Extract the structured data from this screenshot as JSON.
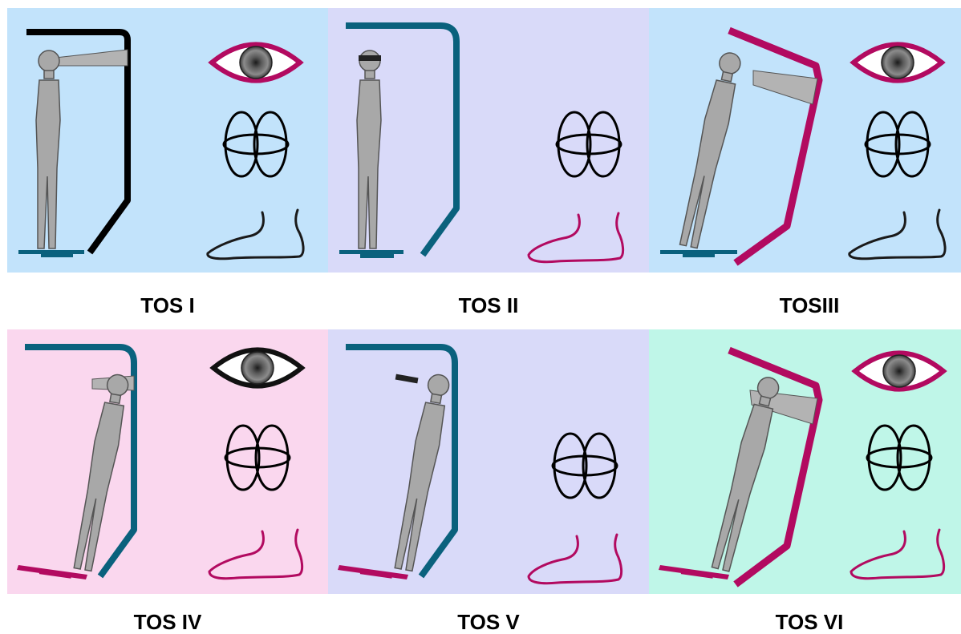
{
  "colors": {
    "blue_bg": "#c2e3fb",
    "lavender_bg": "#d9daf9",
    "pink_bg": "#fad7ee",
    "mint_bg": "#bff6e8",
    "black": "#000000",
    "teal": "#0a617d",
    "crimson": "#b20a60",
    "figure_gray": "#a8a8a8"
  },
  "conditions": [
    {
      "label": "TOS I",
      "background": "blue",
      "surround": "fixed",
      "surround_color": "black",
      "head": "open",
      "platform": "fixed",
      "vision": "open-eye-crimson",
      "vestibular": "black",
      "somato": "black"
    },
    {
      "label": "TOS II",
      "background": "lavender",
      "surround": "fixed",
      "surround_color": "teal",
      "head": "blindfold",
      "platform": "fixed",
      "vision": "none",
      "vestibular": "black",
      "somato": "crimson"
    },
    {
      "label": "TOSIII",
      "background": "blue",
      "surround": "sway-ref",
      "surround_color": "crimson",
      "head": "open",
      "platform": "fixed",
      "vision": "open-eye-crimson",
      "vestibular": "black",
      "somato": "black"
    },
    {
      "label": "TOS IV",
      "background": "pink",
      "surround": "fixed",
      "surround_color": "teal",
      "head": "open",
      "platform": "sway-ref",
      "vision": "open-eye-black",
      "vestibular": "black",
      "somato": "crimson"
    },
    {
      "label": "TOS V",
      "background": "lavender",
      "surround": "fixed",
      "surround_color": "teal",
      "head": "blindfold",
      "platform": "sway-ref",
      "vision": "none",
      "vestibular": "black",
      "somato": "crimson"
    },
    {
      "label": "TOS VI",
      "background": "mint",
      "surround": "sway-ref",
      "surround_color": "crimson",
      "head": "open",
      "platform": "sway-ref",
      "vision": "open-eye-crimson",
      "vestibular": "black",
      "somato": "crimson"
    }
  ]
}
